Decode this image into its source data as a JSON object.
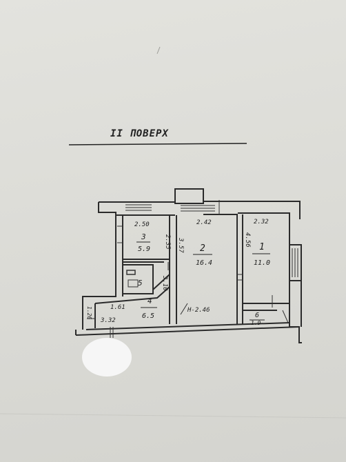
{
  "floor_title": "ІІ ПОВЕРХ",
  "rooms": [
    {
      "number": "1",
      "area": "11.0",
      "width": "2.32",
      "length": "4.56"
    },
    {
      "number": "2",
      "area": "16.4",
      "width": "2.42",
      "length": "3.57",
      "height": "H-2.46"
    },
    {
      "number": "3",
      "area": "5.9",
      "width": "2.50",
      "length": "2.35"
    },
    {
      "number": "4",
      "area": "6.5",
      "width": "1.61",
      "length": "3.32",
      "side": "1.26"
    },
    {
      "number": "5",
      "extra": "3.10"
    },
    {
      "number": "6",
      "area": "1.9"
    }
  ]
}
